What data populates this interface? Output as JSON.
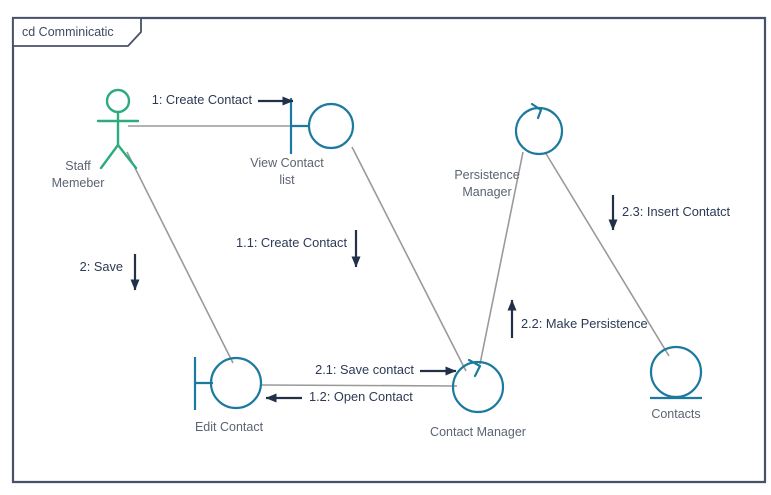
{
  "diagram": {
    "type": "uml-communication-diagram",
    "frame": {
      "title": "cd Comminicatic",
      "border_color": "#49516a",
      "background": "#ffffff"
    },
    "colors": {
      "actor": "#2eab7d",
      "element": "#1b7a9e",
      "link": "#9a9a9a",
      "message": "#22304a",
      "label_text": "#5b6472",
      "frame": "#49516a"
    },
    "nodes": [
      {
        "id": "staff-memeber",
        "label_line1": "Staff",
        "label_line2": "Memeber",
        "kind": "actor",
        "icon": "actor-stick-figure-icon"
      },
      {
        "id": "view-contact-list",
        "label_line1": "View Contact",
        "label_line2": "list",
        "kind": "boundary",
        "icon": "boundary-icon"
      },
      {
        "id": "persistence-manager",
        "label_line1": "Persistence",
        "label_line2": "Manager",
        "kind": "control",
        "icon": "control-icon"
      },
      {
        "id": "edit-contact",
        "label_line1": "Edit Contact",
        "label_line2": "",
        "kind": "boundary",
        "icon": "boundary-icon"
      },
      {
        "id": "contact-manager",
        "label_line1": "Contact Manager",
        "label_line2": "",
        "kind": "control",
        "icon": "control-icon"
      },
      {
        "id": "contacts",
        "label_line1": "Contacts",
        "label_line2": "",
        "kind": "entity",
        "icon": "entity-icon"
      }
    ],
    "messages": [
      {
        "id": "m1",
        "label": "1: Create Contact",
        "from": "staff-memeber",
        "to": "view-contact-list",
        "direction": "right"
      },
      {
        "id": "m11",
        "label": "1.1: Create Contact",
        "from": "view-contact-list",
        "to": "contact-manager",
        "direction": "down"
      },
      {
        "id": "m12",
        "label": "1.2: Open Contact",
        "from": "contact-manager",
        "to": "edit-contact",
        "direction": "left"
      },
      {
        "id": "m2",
        "label": "2: Save",
        "from": "staff-memeber",
        "to": "edit-contact",
        "direction": "down"
      },
      {
        "id": "m21",
        "label": "2.1: Save contact",
        "from": "edit-contact",
        "to": "contact-manager",
        "direction": "right"
      },
      {
        "id": "m22",
        "label": "2.2: Make Persistence",
        "from": "contact-manager",
        "to": "persistence-manager",
        "direction": "up"
      },
      {
        "id": "m23",
        "label": "2.3: Insert Contatct",
        "from": "persistence-manager",
        "to": "contacts",
        "direction": "down"
      }
    ],
    "links": [
      {
        "from": "staff-memeber",
        "to": "view-contact-list"
      },
      {
        "from": "staff-memeber",
        "to": "edit-contact"
      },
      {
        "from": "view-contact-list",
        "to": "contact-manager"
      },
      {
        "from": "edit-contact",
        "to": "contact-manager"
      },
      {
        "from": "contact-manager",
        "to": "persistence-manager"
      },
      {
        "from": "persistence-manager",
        "to": "contacts"
      }
    ]
  }
}
